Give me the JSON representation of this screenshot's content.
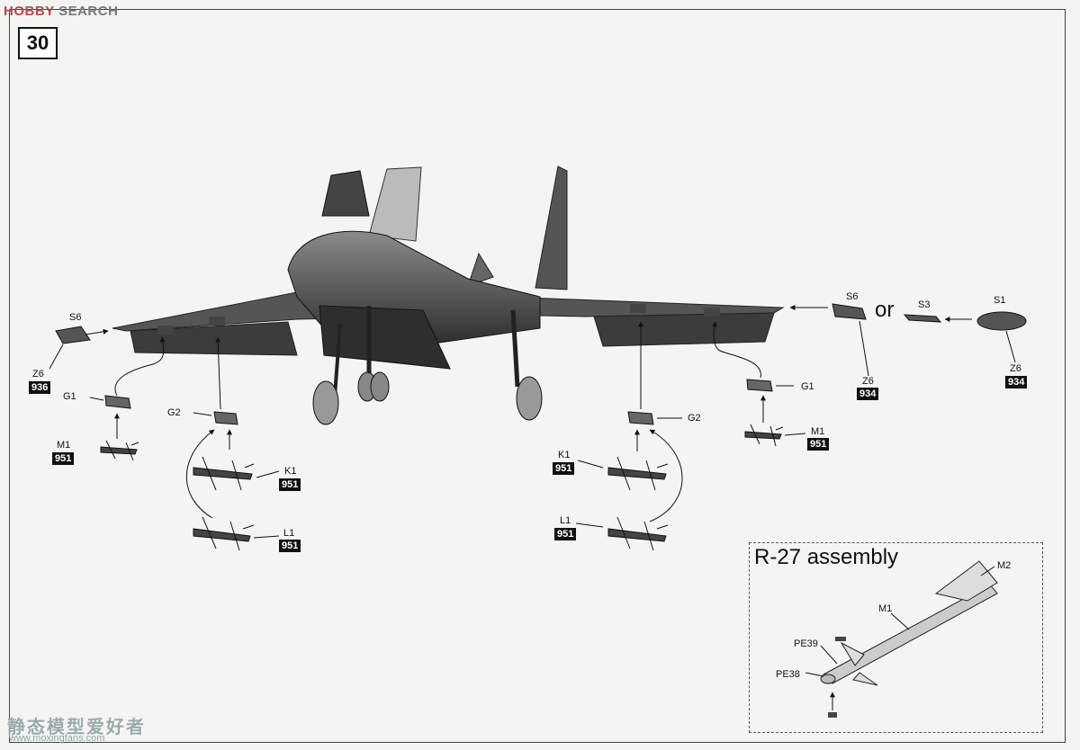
{
  "logo": {
    "brand": "HOBBY",
    "suffix": "SEARCH"
  },
  "step_number": "30",
  "separator": "or",
  "labels": {
    "s6_left": "S6",
    "z6_left": "Z6",
    "z6_left_code": "936",
    "g1_left": "G1",
    "g2_left": "G2",
    "m1_left": "M1",
    "m1_left_code": "951",
    "k1_left": "K1",
    "k1_left_code": "951",
    "l1_left": "L1",
    "l1_left_code": "951",
    "s6_right": "S6",
    "s3_right": "S3",
    "s1_right": "S1",
    "z6_mid": "Z6",
    "z6_mid_code": "934",
    "z6_right": "Z6",
    "z6_right_code": "934",
    "g1_right": "G1",
    "m1_right": "M1",
    "m1_right_code": "951",
    "g2_right": "G2",
    "k1_right": "K1",
    "k1_right_code": "951",
    "l1_right": "L1",
    "l1_right_code": "951"
  },
  "inset": {
    "title": "R-27 assembly",
    "m2": "M2",
    "m1": "M1",
    "pe39": "PE39",
    "pe38": "PE38"
  },
  "watermark": {
    "text": "静态模型爱好者",
    "url": "www.moxingfans.com"
  }
}
